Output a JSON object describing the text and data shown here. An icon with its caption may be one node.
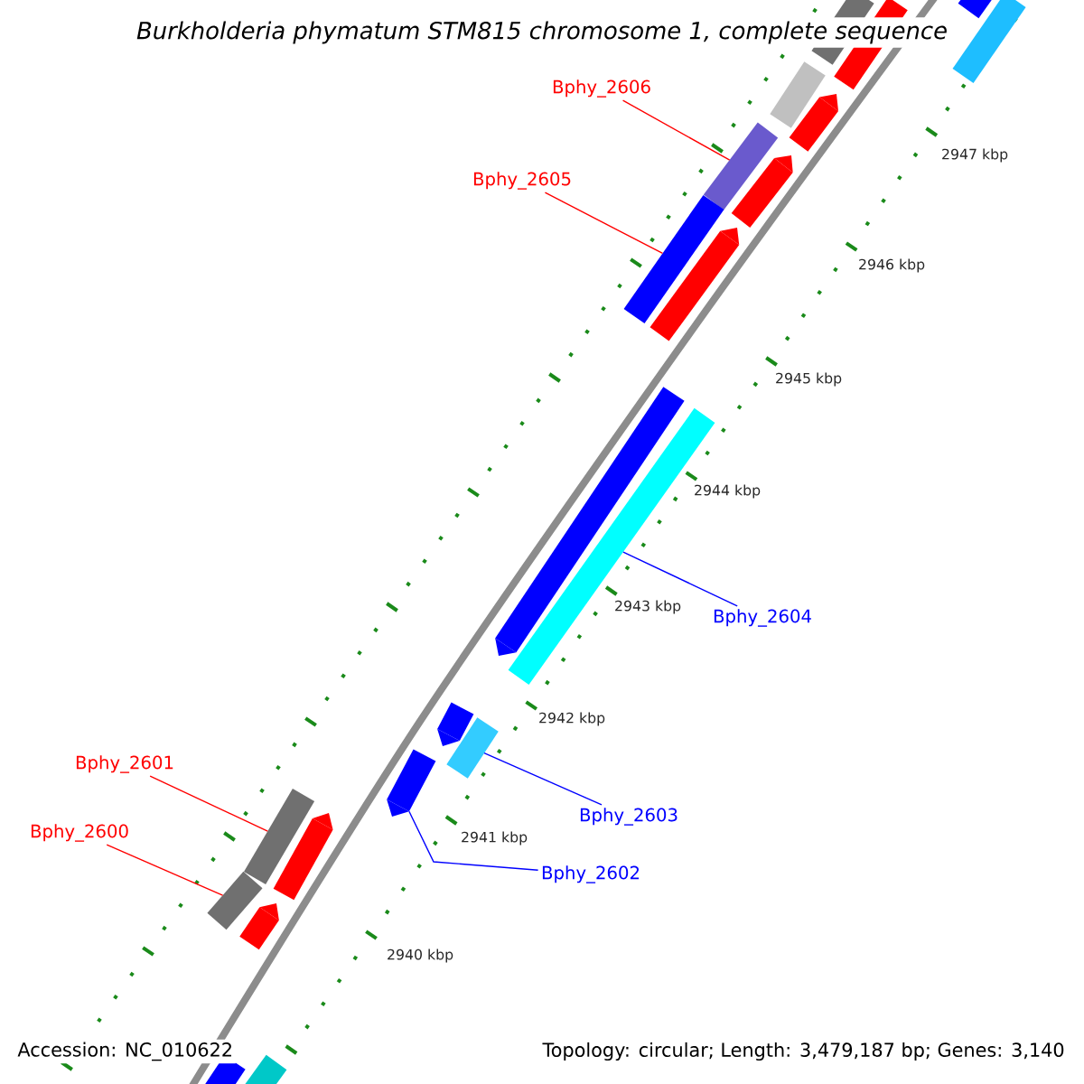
{
  "diagram": {
    "title": "Burkholderia phymatum STM815 chromosome 1, complete sequence",
    "nodes": [
      {
        "text": [
          "Bphy_2606"
        ]
      },
      {
        "text": [
          "Bphy_2605"
        ]
      },
      {
        "text": [
          "Bphy_2604"
        ]
      },
      {
        "text": [
          "Bphy_2601"
        ]
      },
      {
        "text": [
          "Bphy_2603"
        ]
      },
      {
        "text": [
          "Bphy_2600"
        ]
      },
      {
        "text": [
          "Bphy_2602"
        ]
      },
      {
        "text": [],
        "shape": "bar"
      },
      {
        "text": [],
        "shape": "bar"
      },
      {
        "text": [],
        "shape": "bar"
      },
      {
        "text": [],
        "shape": "bar"
      },
      {
        "text": [],
        "shape": "bar"
      },
      {
        "text": [],
        "shape": "bar"
      },
      {
        "text": [],
        "shape": "bar"
      }
    ],
    "edges": [
      {
        "from": 0,
        "to": 7,
        "arrow": "none",
        "color": "#ff0000"
      },
      {
        "from": 1,
        "to": 8,
        "arrow": "none",
        "color": "#ff0000"
      },
      {
        "from": 2,
        "to": 9,
        "arrow": "none",
        "color": "#0000ff"
      },
      {
        "from": 3,
        "to": 11,
        "arrow": "none",
        "color": "#ff0000"
      },
      {
        "from": 4,
        "to": 10,
        "arrow": "none",
        "color": "#0000ff"
      },
      {
        "from": 5,
        "to": 13,
        "arrow": "none",
        "color": "#ff0000"
      },
      {
        "from": 6,
        "to": 12,
        "arrow": "none",
        "color": "#0000ff"
      }
    ],
    "labels": [
      "2947 kbp",
      "2946 kbp",
      "2945 kbp",
      "2944 kbp",
      "2943 kbp",
      "2942 kbp",
      "2941 kbp",
      "2940 kbp",
      "Accession: NC_010622",
      "Topology: circular; Length: 3,479,187 bp; Genes: 3,140"
    ]
  }
}
